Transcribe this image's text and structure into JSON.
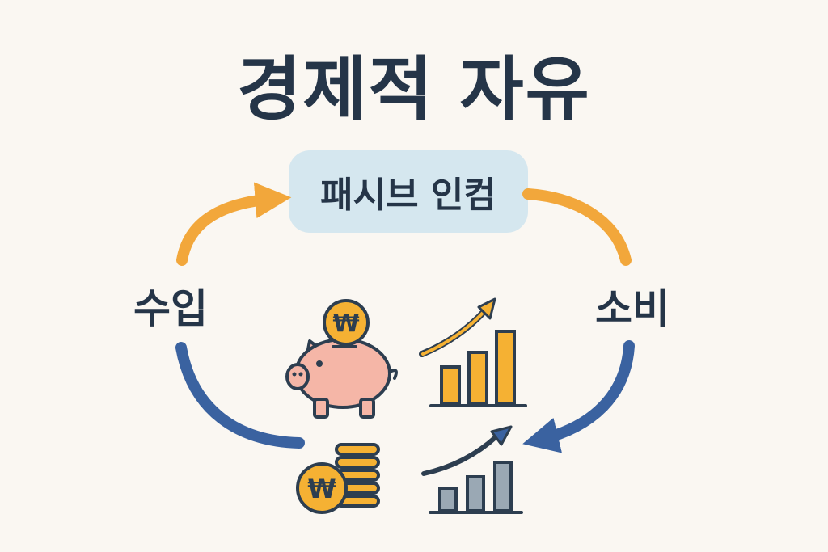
{
  "title": "경제적 자유",
  "cycle": {
    "top_label": "패시브 인컴",
    "left_label": "수입",
    "right_label": "소비"
  },
  "icons": [
    "piggy-bank-icon",
    "won-coin-icon",
    "coin-stack-icon",
    "growth-chart-icon"
  ],
  "currency_symbol": "₩",
  "colors": {
    "title": "#253548",
    "pill_bg": "#d5e7ef",
    "arrow_orange": "#f2a73b",
    "arrow_blue": "#3a62a0",
    "piggy": "#f5b6a7",
    "coin": "#f5b133",
    "bars_gray": "#9aa8b4",
    "background": "#faf7f2"
  }
}
